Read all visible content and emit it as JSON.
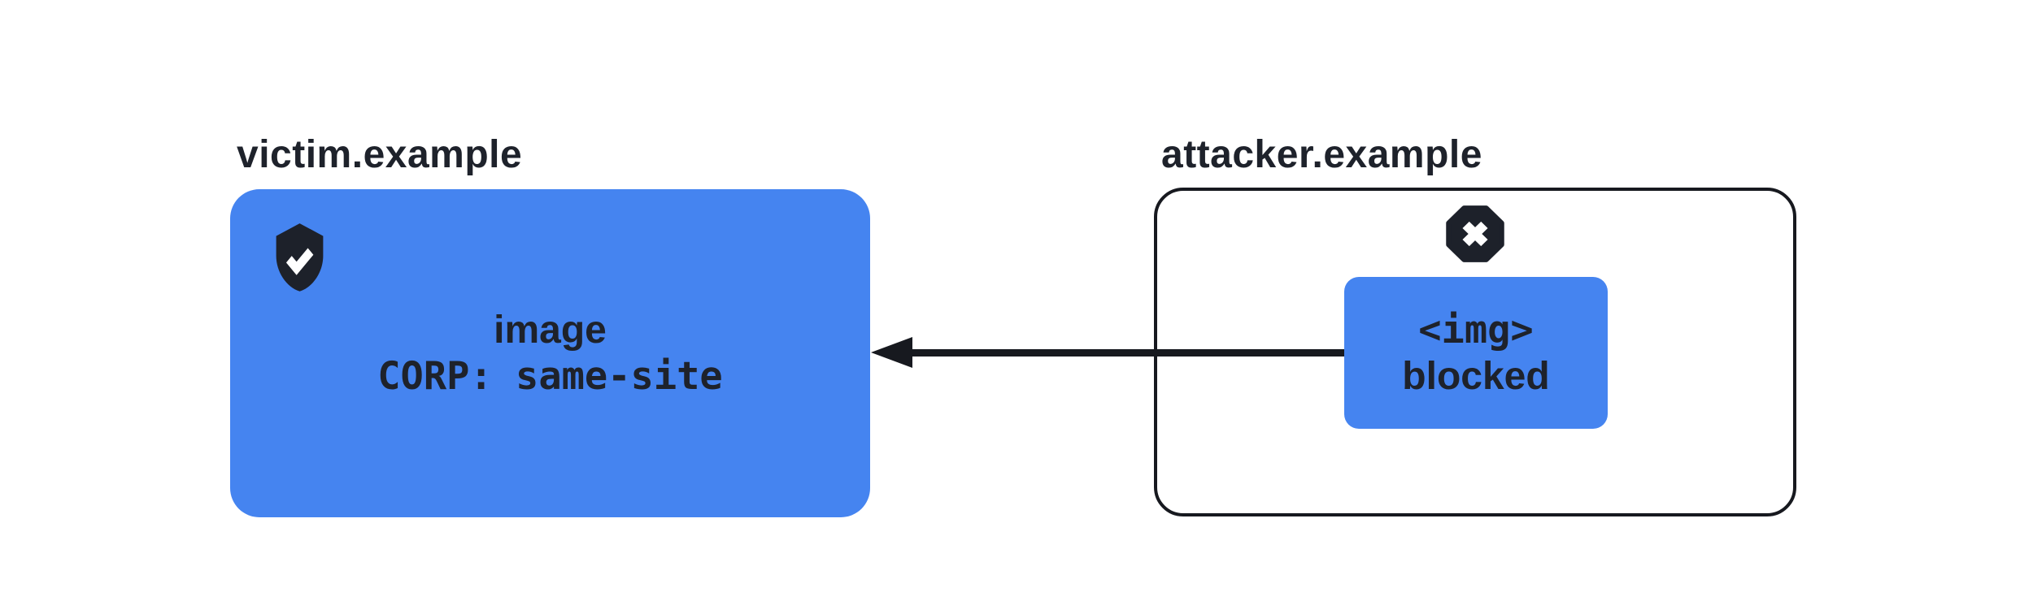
{
  "diagram": {
    "background_color": "#ffffff",
    "accent_blue": "#4584f0",
    "ink_color": "#1e222b",
    "line_color": "#17191f",
    "victim": {
      "label": "victim.example",
      "line1": "image",
      "line2": "CORP: same-site",
      "icon": "shield-check"
    },
    "attacker": {
      "label": "attacker.example",
      "line1": "<img>",
      "line2": "blocked",
      "icon": "blocked-x-octagon"
    },
    "arrow": {
      "direction": "right-to-left"
    }
  }
}
